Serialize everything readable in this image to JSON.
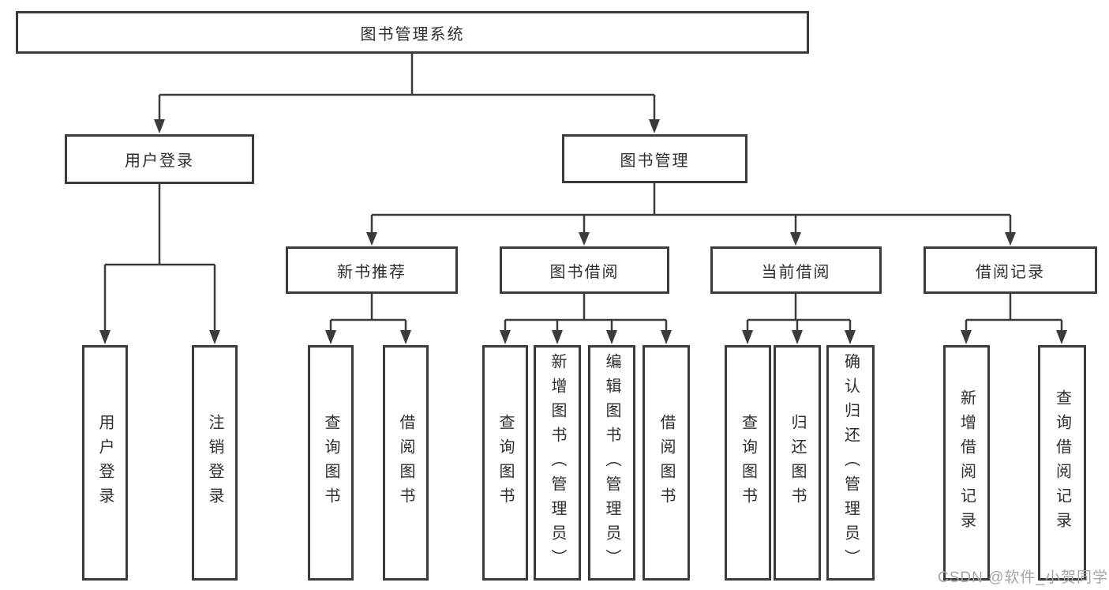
{
  "diagram": {
    "root": {
      "label": "图书管理系统"
    },
    "level2": [
      {
        "label": "用户登录"
      },
      {
        "label": "图书管理"
      }
    ],
    "level3": [
      {
        "label": "新书推荐"
      },
      {
        "label": "图书借阅"
      },
      {
        "label": "当前借阅"
      },
      {
        "label": "借阅记录"
      }
    ],
    "leaves": {
      "user_login": [
        {
          "label": "用户登录"
        },
        {
          "label": "注销登录"
        }
      ],
      "new_book": [
        {
          "label": "查询图书"
        },
        {
          "label": "借阅图书"
        }
      ],
      "book_borrow": [
        {
          "label": "查询图书"
        },
        {
          "label": "新增图书（管理员）"
        },
        {
          "label": "编辑图书（管理员）"
        },
        {
          "label": "借阅图书"
        }
      ],
      "current_borrow": [
        {
          "label": "查询图书"
        },
        {
          "label": "归还图书"
        },
        {
          "label": "确认归还（管理员）"
        }
      ],
      "borrow_record": [
        {
          "label": "新增借阅记录"
        },
        {
          "label": "查询借阅记录"
        }
      ]
    },
    "colors": {
      "line": "#3b3b3b",
      "text": "#2f2f2f",
      "background": "#ffffff",
      "watermark": "#a5a5a5"
    }
  },
  "watermark": {
    "text": "CSDN @软件_小贺同学"
  }
}
